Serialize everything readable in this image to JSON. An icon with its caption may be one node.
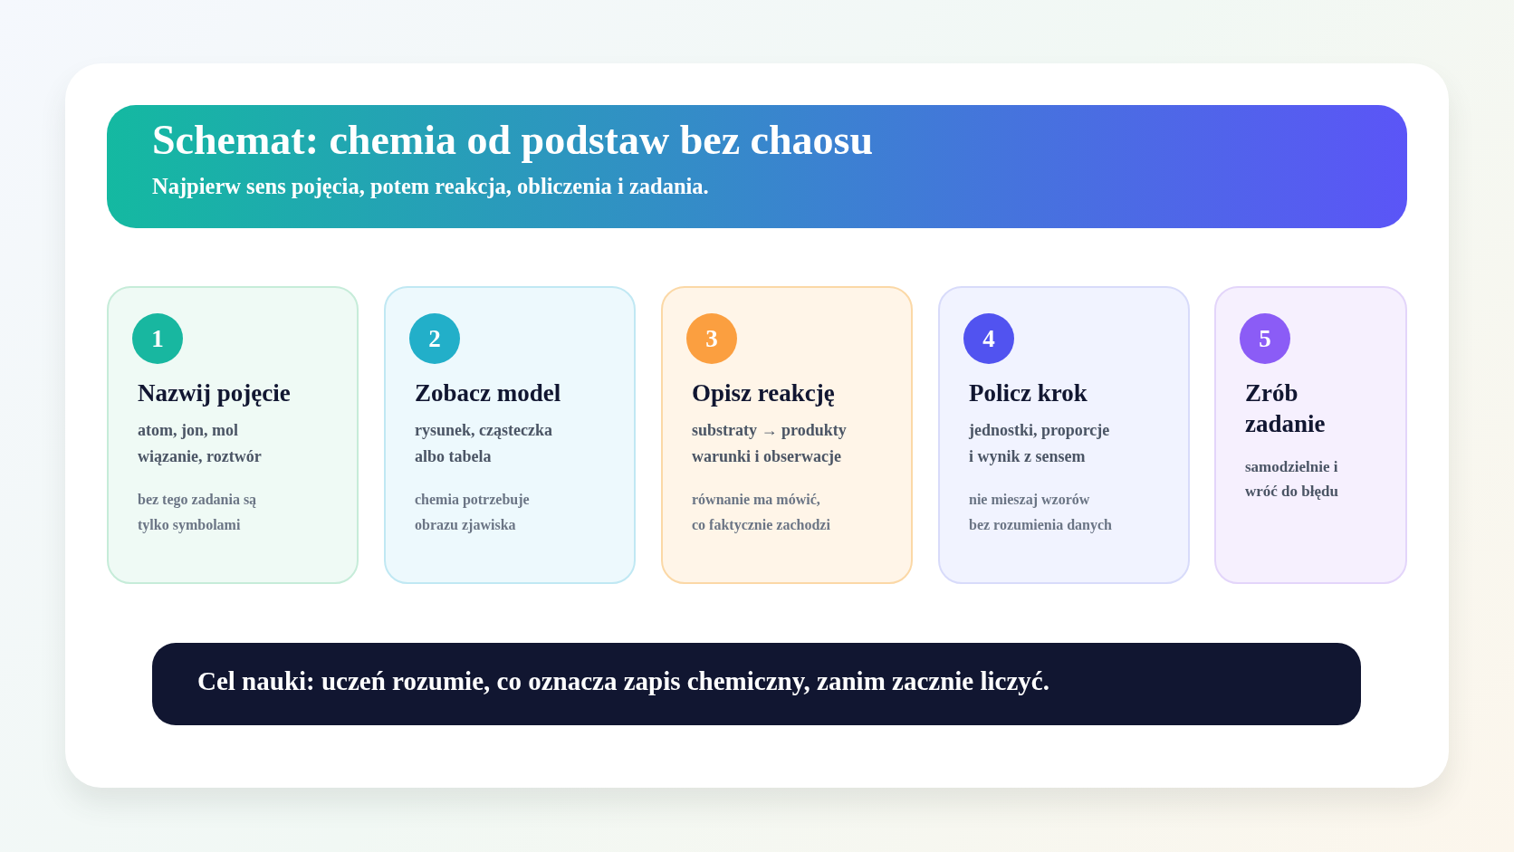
{
  "diagram": {
    "nodes": [
      {
        "text": [],
        "shape": "box"
      },
      {
        "text": [
          "Schemat: chemia od podstaw bez chaosu",
          "Najpierw sens pojęcia, potem reakcja, obliczenia i zadania."
        ],
        "in": 0
      },
      {
        "text": [
          "Nazwij pojęcie",
          "atom, jon, mol wiązanie, roztwór",
          "bez tego zadania są tylko symbolami"
        ],
        "in": 0
      },
      {
        "text": [
          "1"
        ],
        "in": 2
      },
      {
        "text": [
          "Zobacz model",
          "rysunek, cząsteczka albo tabela",
          "chemia potrzebuje obrazu zjawiska"
        ],
        "in": 0
      },
      {
        "text": [
          "2"
        ],
        "in": 4
      },
      {
        "text": [
          "Opisz reakcję",
          "substraty → produkty warunki i obserwacje",
          "równanie ma mówić, co faktycznie zachodzi"
        ],
        "in": 0
      },
      {
        "text": [
          "3"
        ],
        "in": 6
      },
      {
        "text": [
          "Policz krok",
          "jednostki, proporcje i wynik z sensem",
          "nie mieszaj wzorów bez rozumienia danych"
        ],
        "in": 0
      },
      {
        "text": [
          "4"
        ],
        "in": 8
      },
      {
        "text": [
          "Zrób zadanie",
          "samodzielnie i wróć do błędu"
        ],
        "in": 0
      },
      {
        "text": [
          "5"
        ],
        "in": 10
      },
      {
        "text": [
          "Cel nauki: uczeń rozumie, co oznacza zapis chemiczny, zanim zacznie liczyć."
        ],
        "in": 0
      }
    ],
    "edges": []
  }
}
